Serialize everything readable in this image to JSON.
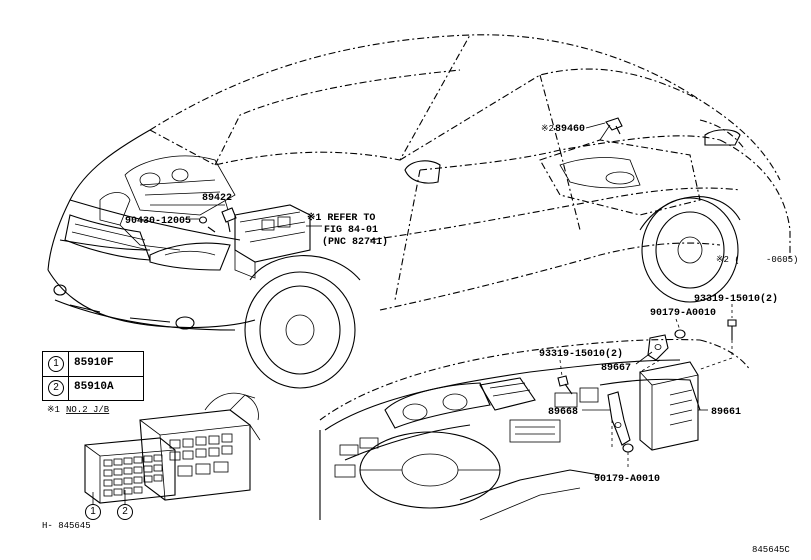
{
  "parts": {
    "p89422": "89422",
    "p90430": "90430-12005",
    "p89460": "89460",
    "p93319_top": "93319-15010(2)",
    "p90179_top": "90179-A0010",
    "p93319_left": "93319-15010(2)",
    "p89667": "89667",
    "p89668": "89668",
    "p89661": "89661",
    "p90179_bottom": "90179-A0010"
  },
  "notes": {
    "refer_line1": "※1 REFER TO",
    "refer_line2": "FIG 84-01",
    "refer_line3": "(PNC 82741)",
    "mark2_89460": "※2",
    "mark2_date_prefix": "※2 (",
    "mark2_date_suffix": "-0605)",
    "jb_note_mark": "※1",
    "jb_note_text": "NO.2 J/B"
  },
  "legend": {
    "rows": [
      {
        "num": "1",
        "part": "85910F"
      },
      {
        "num": "2",
        "part": "85910A"
      }
    ]
  },
  "callouts": {
    "c1": "1",
    "c2": "2"
  },
  "footer": {
    "left": "H- 845645",
    "right": "845645C"
  }
}
